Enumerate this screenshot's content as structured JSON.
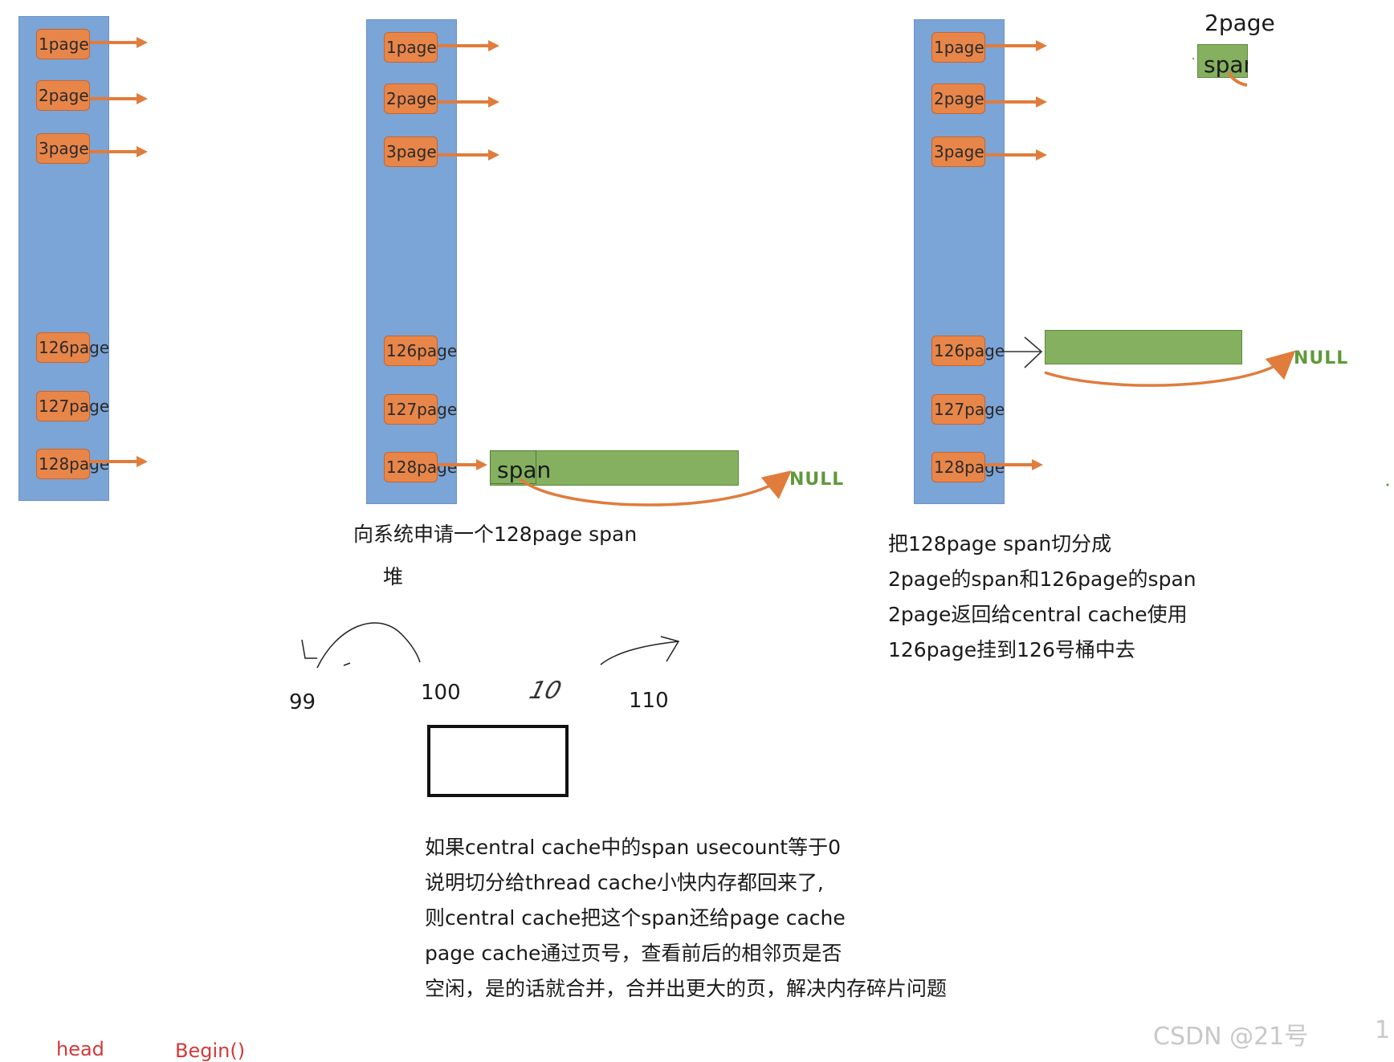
{
  "buckets": {
    "p1": "1page",
    "p2": "2page",
    "p3": "3page",
    "p126": "126page",
    "p127": "127page",
    "p128": "128page"
  },
  "diagram2": {
    "span_label": "span",
    "null_label": "NULL",
    "caption": "向系统申请一个128page span",
    "heap_label": "堆"
  },
  "diagram3": {
    "top_label": "2page",
    "small_span_label": "span",
    "null_label": "NULL",
    "notes": [
      "把128page span切分成",
      "2page的span和126page的span",
      "2page返回给central cache使用",
      "126page挂到126号桶中去"
    ]
  },
  "sketch": {
    "n99": "99",
    "n100": "100",
    "n10": "10",
    "n110": "110"
  },
  "bottom_notes": [
    "如果central cache中的span usecount等于0",
    "说明切分给thread cache小快内存都回来了,",
    "则central cache把这个span还给page cache",
    "page cache通过页号，查看前后的相邻页是否",
    "空闲，是的话就合并，合并出更大的页，解决内存碎片问题"
  ],
  "footer": {
    "head": "head",
    "begin": "Begin()",
    "watermark": "CSDN @21号",
    "page_mark": "1"
  },
  "colors": {
    "column_blue": "#7ba4d7",
    "bucket_orange": "#e8864a",
    "arrow_orange": "#e07c3c",
    "span_green": "#84b060",
    "null_green": "#5f9a3a"
  }
}
